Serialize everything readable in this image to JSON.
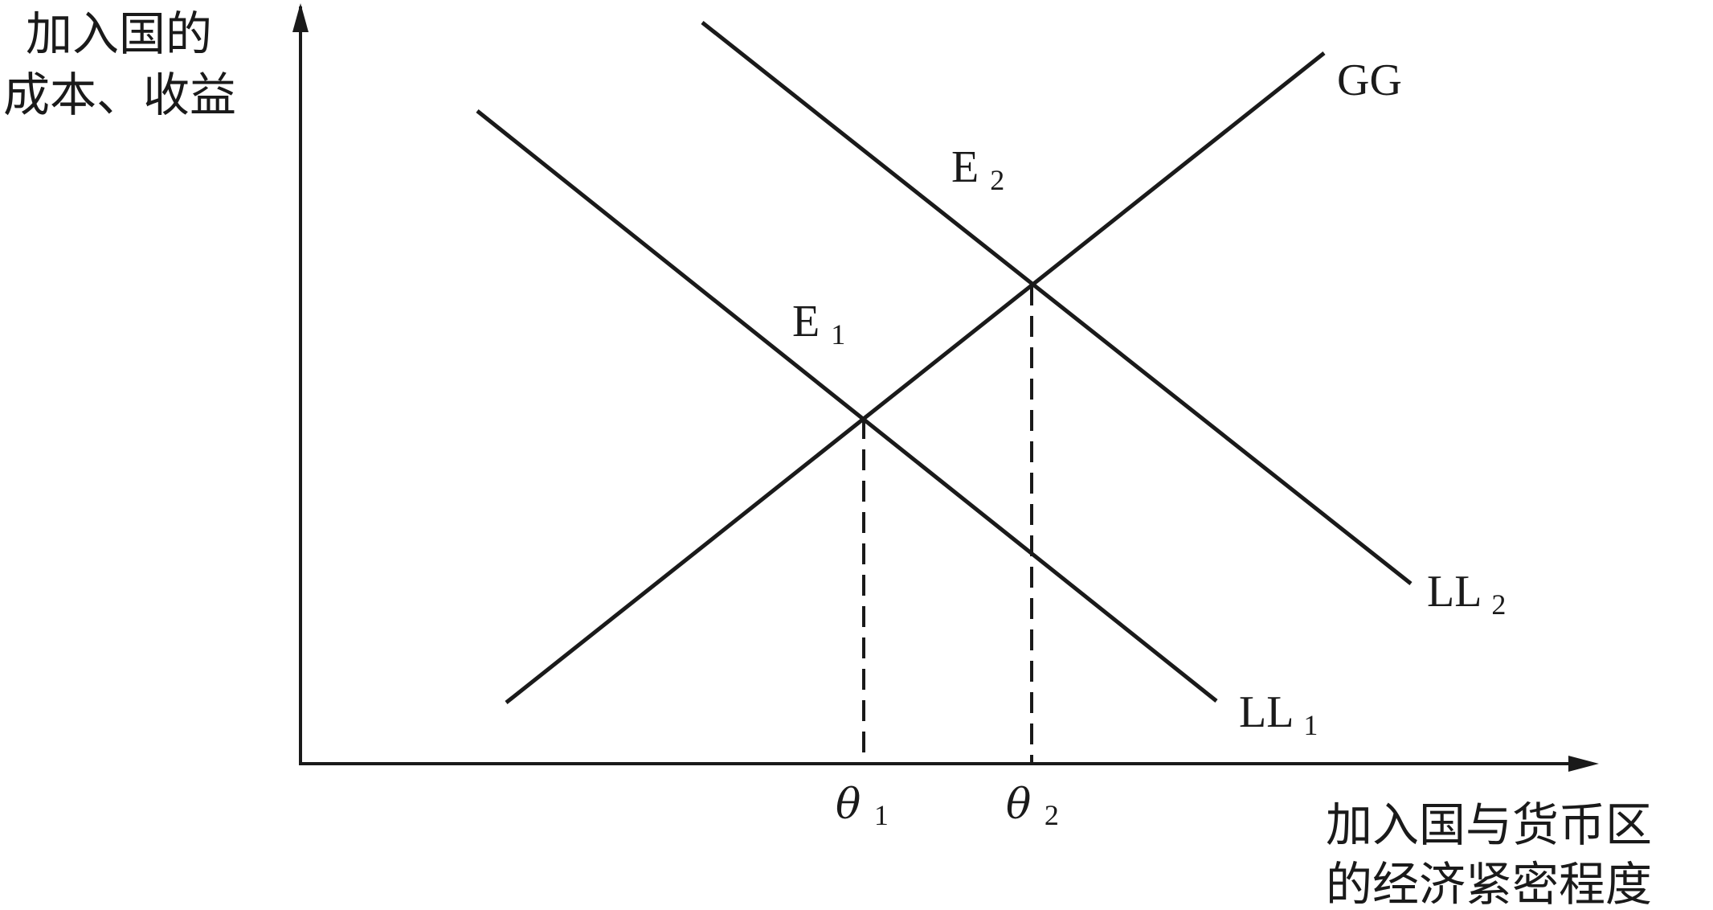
{
  "y_axis_title": {
    "line1": "加入国的",
    "line2": "成本、收益"
  },
  "x_axis_title": {
    "line1": "加入国与货币区",
    "line2": "的经济紧密程度"
  },
  "curves": {
    "gg": {
      "label": "GG"
    },
    "ll1": {
      "label": "LL",
      "subscript": "1"
    },
    "ll2": {
      "label": "LL",
      "subscript": "2"
    }
  },
  "points": {
    "e1": {
      "label": "E",
      "subscript": "1"
    },
    "e2": {
      "label": "E",
      "subscript": "2"
    }
  },
  "ticks": {
    "theta1": {
      "symbol": "θ",
      "subscript": "1"
    },
    "theta2": {
      "symbol": "θ",
      "subscript": "2"
    }
  }
}
